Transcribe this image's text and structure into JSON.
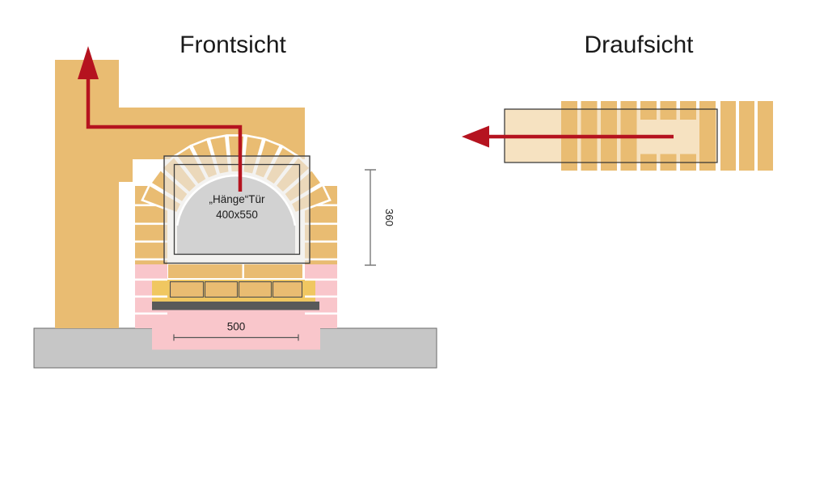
{
  "diagram": {
    "front": {
      "title": "Frontsicht",
      "door_label": "„Hänge“Tür",
      "door_size": "400x550",
      "dim_height": "360",
      "dim_width": "500",
      "flow_arrow_direction": "up"
    },
    "top": {
      "title": "Draufsicht",
      "flow_arrow_direction": "left"
    }
  },
  "colors": {
    "brick_tan": "#e9bc72",
    "brick_cream": "#f6e2c1",
    "brick_pink": "#f9c6cb",
    "mortar_yellow": "#f0c761",
    "foundation_gray": "#c6c6c6",
    "door_gray": "#d2d2d2",
    "plate_dark_gray": "#595959",
    "flow_red": "#b5131f"
  }
}
